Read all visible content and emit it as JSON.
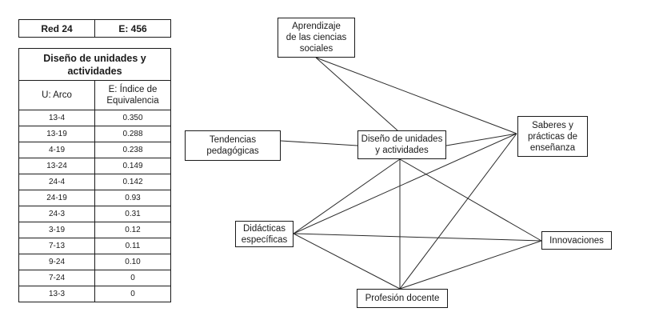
{
  "summary_table": {
    "network_label": "Red 24",
    "e_label": "E: 456"
  },
  "arc_table": {
    "title": "Diseño de unidades y actividades",
    "columns": [
      "U: Arco",
      "E: Índice de Equivalencia"
    ],
    "rows": [
      {
        "arc": "13-4",
        "index": "0.350"
      },
      {
        "arc": "13-19",
        "index": "0.288"
      },
      {
        "arc": "4-19",
        "index": "0.238"
      },
      {
        "arc": "13-24",
        "index": "0.149"
      },
      {
        "arc": "24-4",
        "index": "0.142"
      },
      {
        "arc": "24-19",
        "index": "0.93"
      },
      {
        "arc": "24-3",
        "index": "0.31"
      },
      {
        "arc": "3-19",
        "index": "0.12"
      },
      {
        "arc": "7-13",
        "index": "0.11"
      },
      {
        "arc": "9-24",
        "index": "0.10"
      },
      {
        "arc": "7-24",
        "index": "0"
      },
      {
        "arc": "13-3",
        "index": "0"
      }
    ]
  },
  "network": {
    "nodes": {
      "aprendizaje": "Aprendizaje\nde las ciencias\nsociales",
      "tendencias": "Tendencias\npedagógicas",
      "diseno": "Diseño de unidades\ny actividades",
      "saberes": "Saberes y\nprácticas de\nenseñanza",
      "didacticas": "Didácticas\nespecíficas",
      "innovaciones": "Innovaciones",
      "profesion": "Profesión docente"
    },
    "edges": [
      [
        "aprendizaje",
        "diseno"
      ],
      [
        "aprendizaje",
        "saberes"
      ],
      [
        "tendencias",
        "diseno"
      ],
      [
        "diseno",
        "saberes"
      ],
      [
        "diseno",
        "didacticas"
      ],
      [
        "diseno",
        "profesion"
      ],
      [
        "diseno",
        "innovaciones"
      ],
      [
        "didacticas",
        "saberes"
      ],
      [
        "didacticas",
        "innovaciones"
      ],
      [
        "didacticas",
        "profesion"
      ],
      [
        "profesion",
        "saberes"
      ],
      [
        "profesion",
        "innovaciones"
      ]
    ]
  }
}
